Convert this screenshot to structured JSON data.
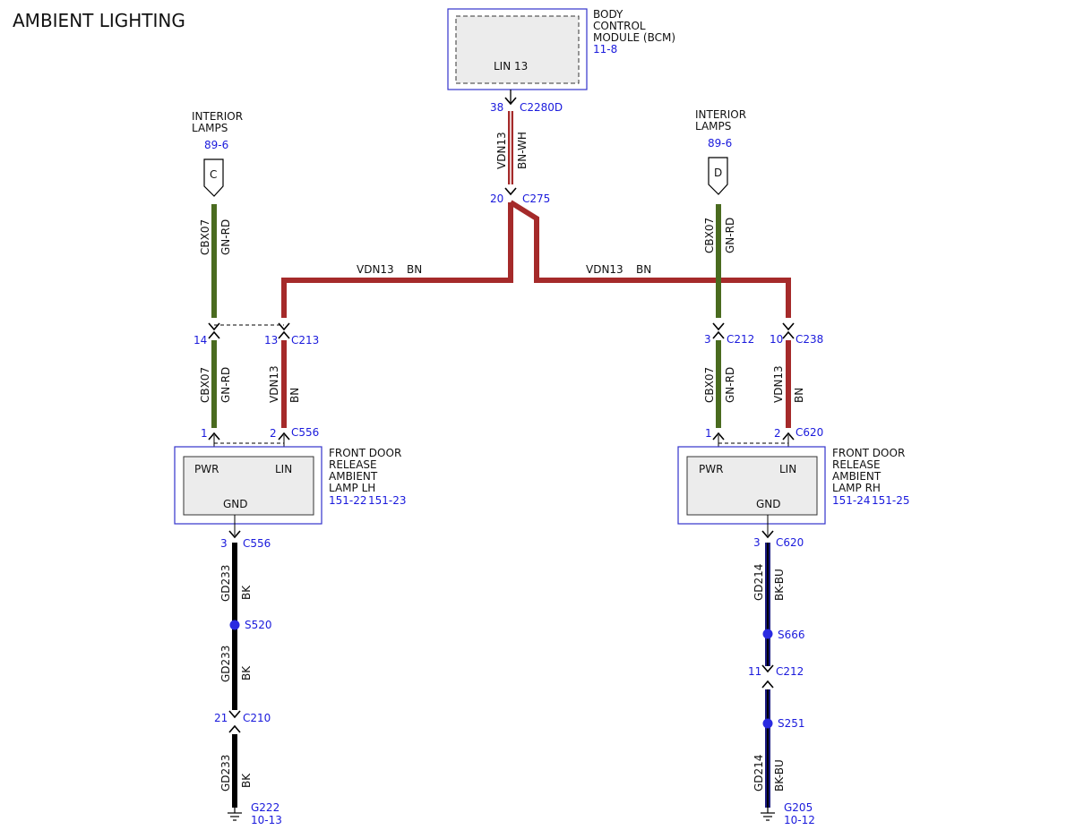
{
  "title": "AMBIENT LIGHTING",
  "colors": {
    "brown": "#a52a2a",
    "green": "#4a6b1f",
    "black": "#000000",
    "blue": "#1a1a80",
    "ref": "#1a1adc",
    "box": "#3333cc"
  },
  "bcm": {
    "name_lines": [
      "BODY",
      "CONTROL",
      "MODULE (BCM)"
    ],
    "ref": "11-8",
    "pin": "LIN 13"
  },
  "bcm_conn": {
    "pin": "38",
    "name": "C2280D"
  },
  "c275": {
    "pin": "20",
    "name": "C275"
  },
  "wire_vdn13": {
    "circuit": "VDN13",
    "color": "BN-WH"
  },
  "lh": {
    "source_lines": [
      "INTERIOR",
      "LAMPS"
    ],
    "source_ref": "89-6",
    "source_letter": "C",
    "upper_circuit": "CBX07",
    "upper_color": "GN-RD",
    "c213_pin_a": "14",
    "c213_pin_b": "13",
    "c213_name": "C213",
    "lower_a_circuit": "CBX07",
    "lower_a_color": "GN-RD",
    "lower_b_circuit": "VDN13",
    "lower_b_color": "BN",
    "c556_pin_1": "1",
    "c556_pin_2": "2",
    "c556_name": "C556",
    "module_pwr": "PWR",
    "module_lin": "LIN",
    "module_gnd": "GND",
    "module_name_lines": [
      "FRONT DOOR",
      "RELEASE",
      "AMBIENT",
      "LAMP LH"
    ],
    "module_ref_a": "151-22",
    "module_ref_b": "151-23",
    "gnd_pin": "3",
    "gnd_conn": "C556",
    "gnd_wire_1_circuit": "GD233",
    "gnd_wire_1_color": "BK",
    "splice": "S520",
    "gnd_wire_2_circuit": "GD233",
    "gnd_wire_2_color": "BK",
    "c210_pin": "21",
    "c210_name": "C210",
    "gnd_wire_3_circuit": "GD233",
    "gnd_wire_3_color": "BK",
    "ground_name": "G222",
    "ground_ref": "10-13"
  },
  "rh": {
    "source_lines": [
      "INTERIOR",
      "LAMPS"
    ],
    "source_ref": "89-6",
    "source_letter": "D",
    "upper_circuit": "CBX07",
    "upper_color": "GN-RD",
    "c212_pin": "3",
    "c212_name": "C212",
    "c238_pin": "10",
    "c238_name": "C238",
    "lower_a_circuit": "CBX07",
    "lower_a_color": "GN-RD",
    "lower_b_circuit": "VDN13",
    "lower_b_color": "BN",
    "c620_pin_1": "1",
    "c620_pin_2": "2",
    "c620_name": "C620",
    "module_pwr": "PWR",
    "module_lin": "LIN",
    "module_gnd": "GND",
    "module_name_lines": [
      "FRONT DOOR",
      "RELEASE",
      "AMBIENT",
      "LAMP RH"
    ],
    "module_ref_a": "151-24",
    "module_ref_b": "151-25",
    "gnd_pin": "3",
    "gnd_conn": "C620",
    "gnd_wire_1_circuit": "GD214",
    "gnd_wire_1_color": "BK-BU",
    "splice_1": "S666",
    "c212_gnd_pin": "11",
    "c212_gnd_name": "C212",
    "splice_2": "S251",
    "gnd_wire_2_circuit": "GD214",
    "gnd_wire_2_color": "BK-BU",
    "ground_name": "G205",
    "ground_ref": "10-12"
  },
  "harness_left": {
    "circuit": "VDN13",
    "color": "BN"
  },
  "harness_right": {
    "circuit": "VDN13",
    "color": "BN"
  }
}
